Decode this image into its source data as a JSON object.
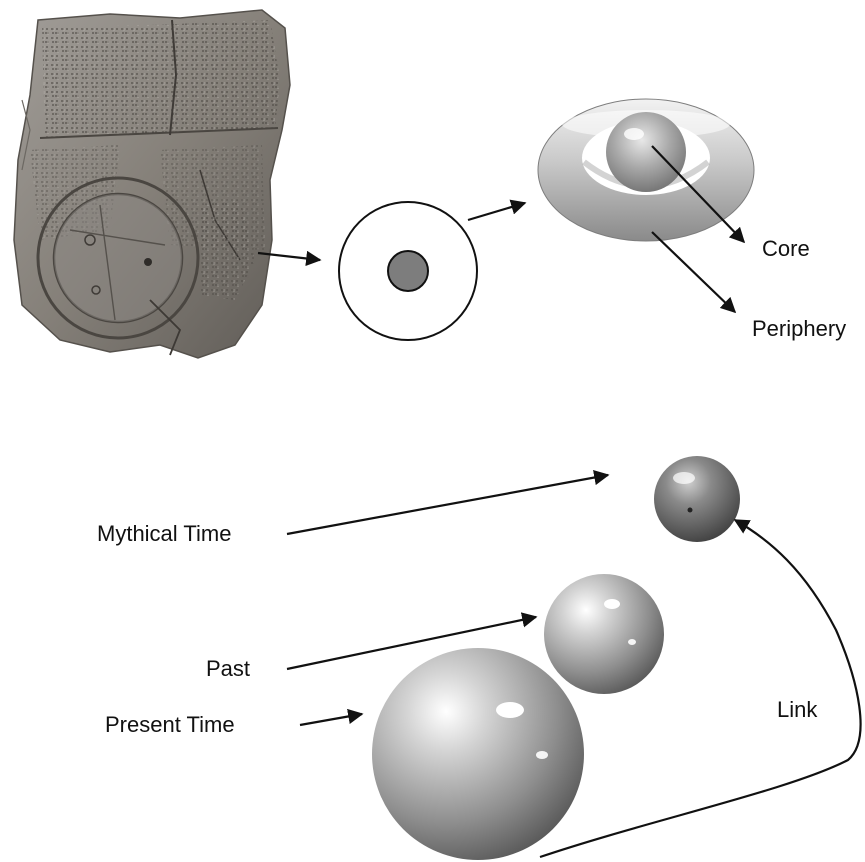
{
  "labels": {
    "core": "Core",
    "periphery": "Periphery",
    "mythical_time": "Mythical Time",
    "past": "Past",
    "present_time": "Present Time",
    "link": "Link"
  },
  "colors": {
    "line": "#111111",
    "core_fill": "#7d7d7d",
    "tablet": "#8a8681",
    "sphere_gray": "#9a9a9a"
  },
  "icons": {
    "tablet": "babylonian-world-map-tablet-icon",
    "concentric": "concentric-circles-icon",
    "torus": "torus-ring-icon"
  }
}
